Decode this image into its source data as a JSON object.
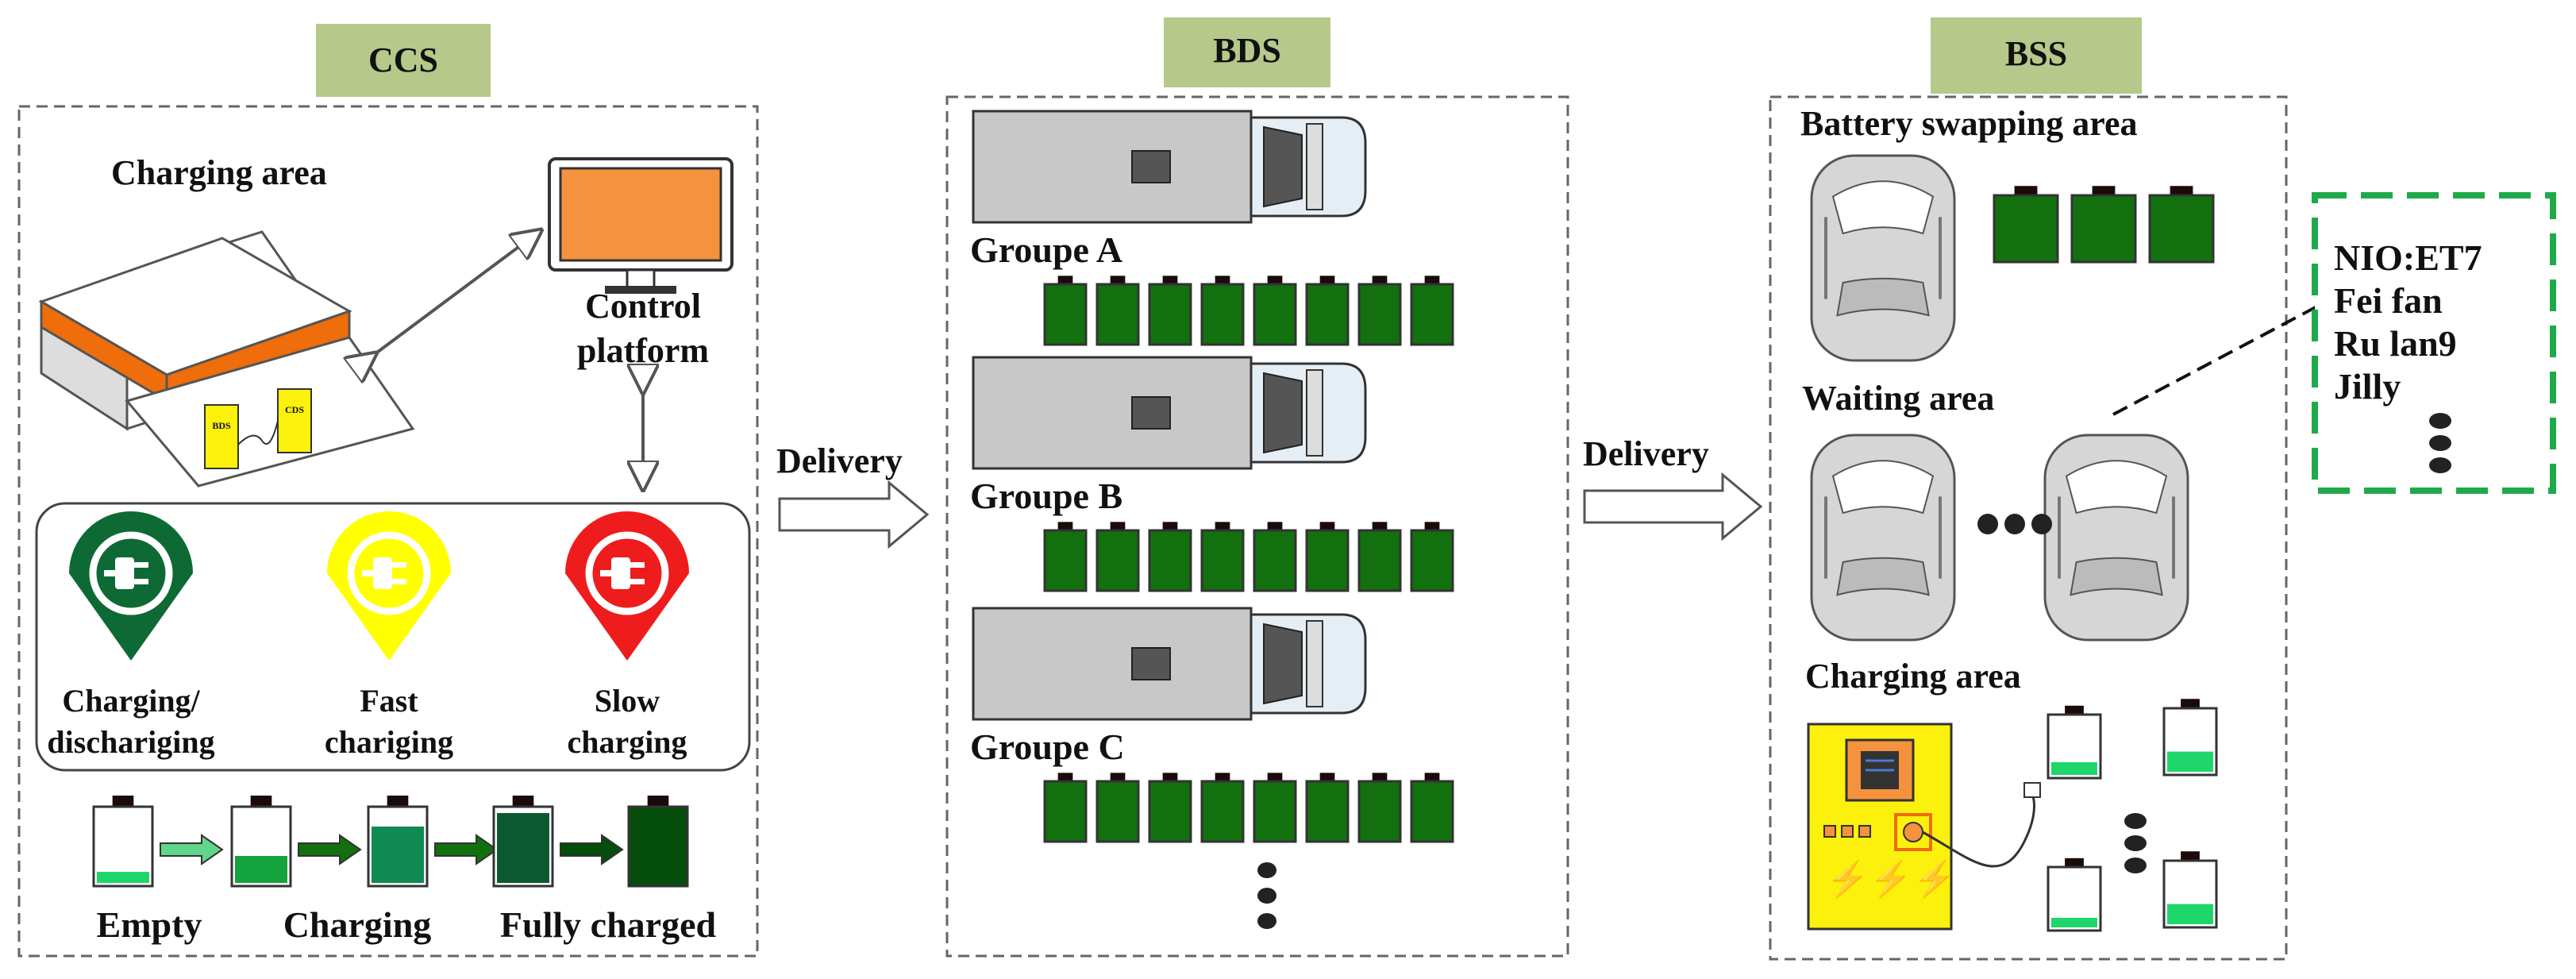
{
  "colors": {
    "tag_bg": "#b6c98a",
    "battery_full": "#12700f",
    "battery_dark": "#044d0b",
    "charge_fill": "#1fd66a",
    "pin_green": "#0e6a35",
    "pin_yellow": "#ffff00",
    "pin_red": "#ee1c1c",
    "monitor": "#f5923e",
    "roof_orange": "#ef6d0a",
    "station_yellow": "#fbf10d",
    "callout_green": "#1faa4a",
    "truck_gray": "#c8c8c8",
    "car_gray": "#d6d6d6"
  },
  "ccs": {
    "tag": "CCS",
    "charging_area": "Charging area",
    "control_platform_1": "Control",
    "control_platform_2": "platform",
    "pins": [
      {
        "line1": "Charging/",
        "line2": "dischariging",
        "color": "green"
      },
      {
        "line1": "Fast",
        "line2": "chariging",
        "color": "yellow"
      },
      {
        "line1": "Slow",
        "line2": "charging",
        "color": "red"
      }
    ],
    "states": [
      "Empty",
      "Charging",
      "Fully charged"
    ],
    "charger_mini_labels": [
      "BDS",
      "CDS"
    ]
  },
  "arrows": {
    "delivery_1": "Delivery",
    "delivery_2": "Delivery"
  },
  "bds": {
    "tag": "BDS",
    "groups": [
      "Groupe A",
      "Groupe B",
      "Groupe C"
    ]
  },
  "bss": {
    "tag": "BSS",
    "swapping_area": "Battery swapping area",
    "waiting_area": "Waiting area",
    "charging_area": "Charging area"
  },
  "callout": {
    "models": [
      "NIO:ET7",
      "Fei fan",
      "Ru lan9",
      "Jilly"
    ]
  }
}
